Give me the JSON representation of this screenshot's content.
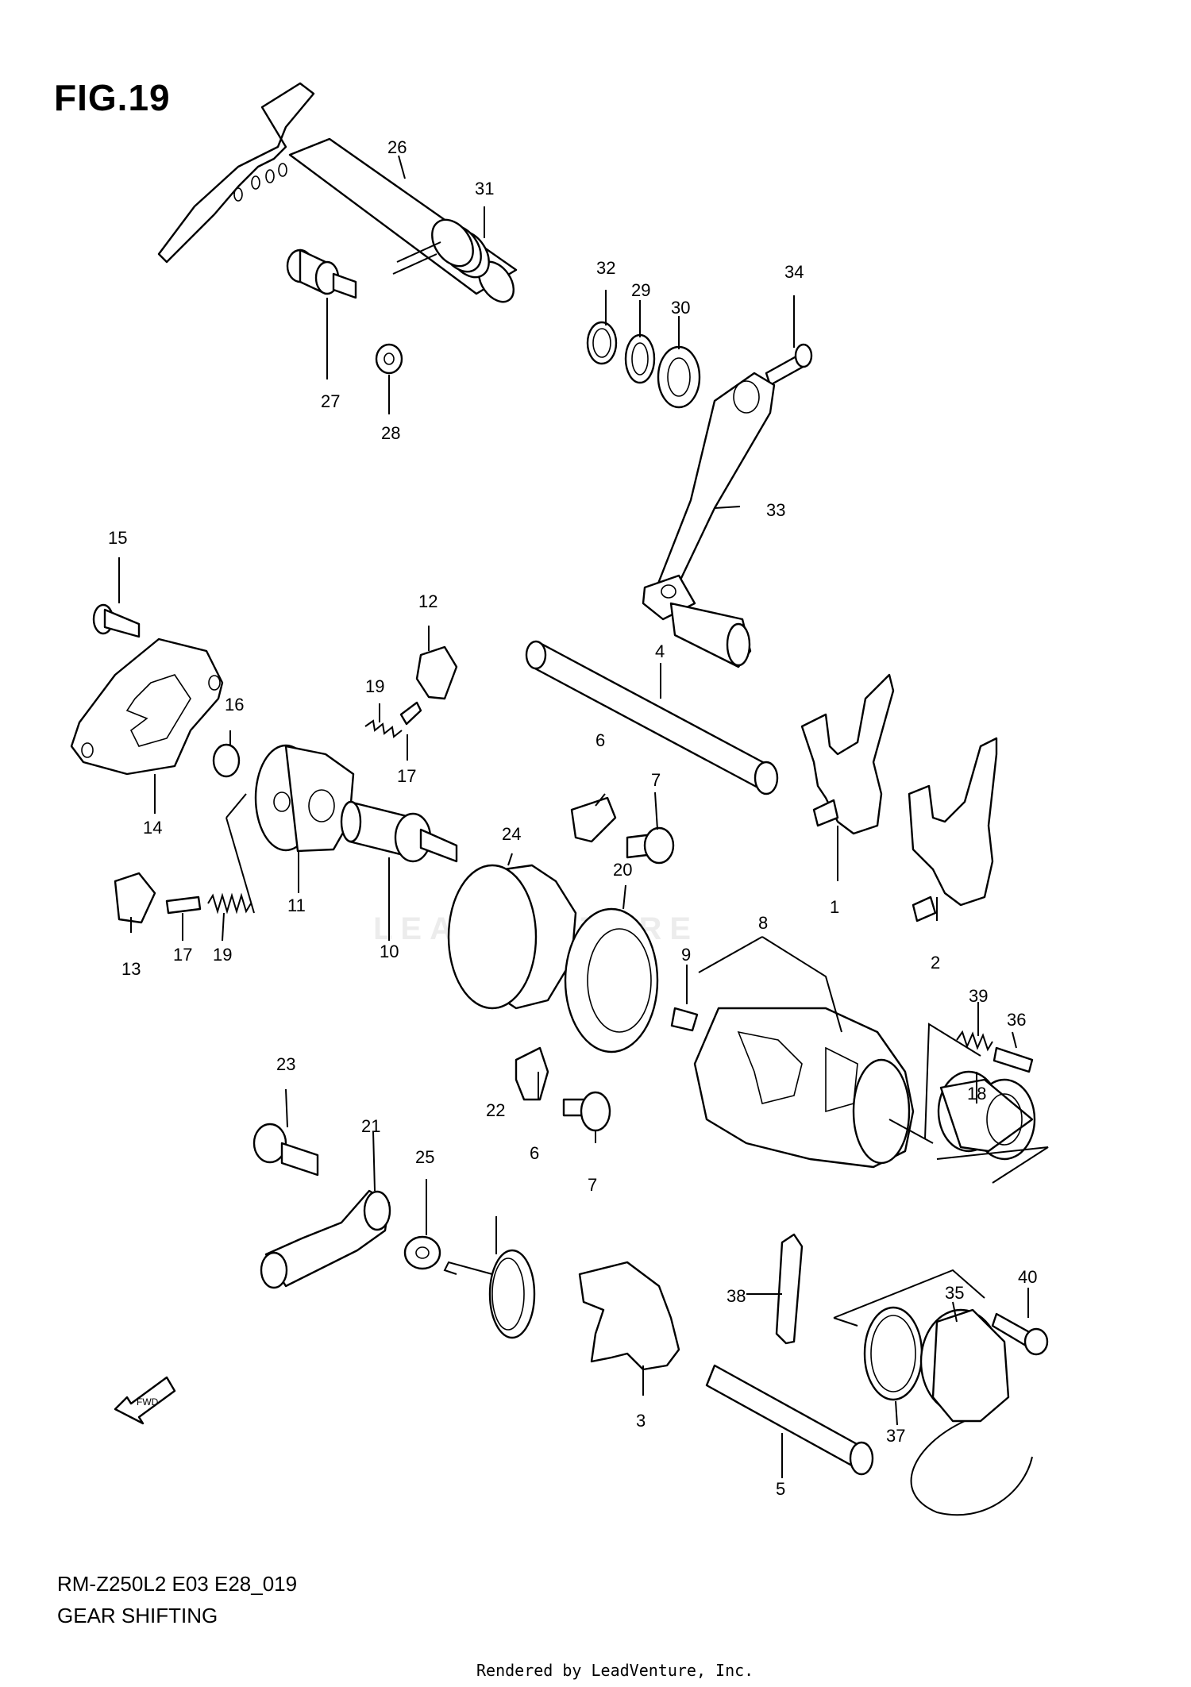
{
  "figure": {
    "title": "FIG.19",
    "model_code": "RM-Z250L2 E03 E28_019",
    "caption": "GEAR SHIFTING",
    "credit": "Rendered by LeadVenture, Inc.",
    "watermark": "LEADVENTURE",
    "fwd_label": "FWD"
  },
  "callouts": [
    "1",
    "2",
    "3",
    "4",
    "5",
    "6",
    "6",
    "7",
    "7",
    "8",
    "9",
    "10",
    "11",
    "12",
    "13",
    "14",
    "15",
    "16",
    "17",
    "17",
    "18",
    "19",
    "19",
    "20",
    "21",
    "22",
    "23",
    "24",
    "25",
    "26",
    "27",
    "28",
    "29",
    "30",
    "31",
    "32",
    "33",
    "34",
    "35",
    "36",
    "37",
    "38",
    "39",
    "40"
  ]
}
